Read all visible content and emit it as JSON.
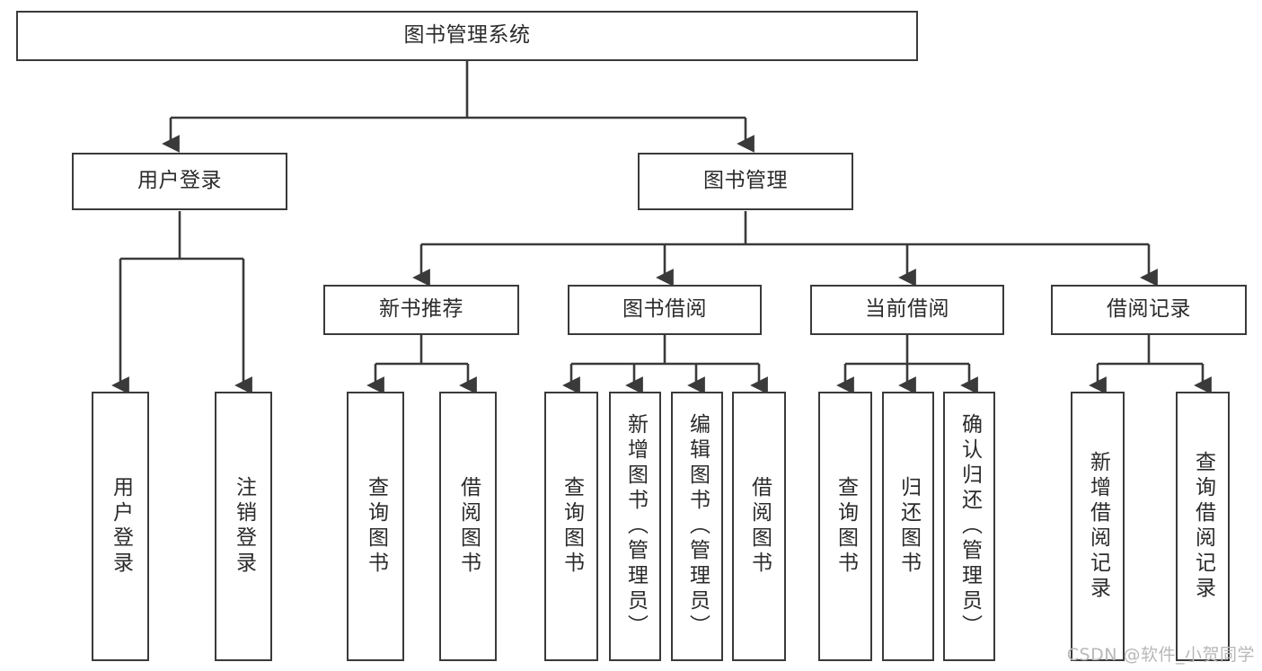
{
  "diagram": {
    "type": "tree",
    "title": "图书管理系统",
    "colors": {
      "box_stroke": "#3a3a3a",
      "box_fill": "#ffffff",
      "connector": "#3a3a3a",
      "text": "#2b2b2b",
      "watermark": "#b8b8b8"
    },
    "nodes": {
      "root": {
        "label": "图书管理系统"
      },
      "level2": [
        {
          "id": "user-login",
          "label": "用户登录"
        },
        {
          "id": "book-management",
          "label": "图书管理"
        }
      ],
      "level3": [
        {
          "id": "new-book-recommend",
          "label": "新书推荐"
        },
        {
          "id": "book-borrow",
          "label": "图书借阅"
        },
        {
          "id": "current-borrow",
          "label": "当前借阅"
        },
        {
          "id": "borrow-record",
          "label": "借阅记录"
        }
      ],
      "leaves": {
        "user_login": [
          {
            "id": "leaf-user-login",
            "label": "用户登录"
          },
          {
            "id": "leaf-logout-login",
            "label": "注销登录"
          }
        ],
        "new_book_recommend": [
          {
            "id": "leaf-query-book-1",
            "label": "查询图书"
          },
          {
            "id": "leaf-borrow-book-1",
            "label": "借阅图书"
          }
        ],
        "book_borrow": [
          {
            "id": "leaf-query-book-2",
            "label": "查询图书"
          },
          {
            "id": "leaf-add-book-admin",
            "label": "新增图书（管理员）"
          },
          {
            "id": "leaf-edit-book-admin",
            "label": "编辑图书（管理员）"
          },
          {
            "id": "leaf-borrow-book-2",
            "label": "借阅图书"
          }
        ],
        "current_borrow": [
          {
            "id": "leaf-query-book-3",
            "label": "查询图书"
          },
          {
            "id": "leaf-return-book",
            "label": "归还图书"
          },
          {
            "id": "leaf-confirm-return-admin",
            "label": "确认归还（管理员）"
          }
        ],
        "borrow_record": [
          {
            "id": "leaf-add-borrow-record",
            "label": "新增借阅记录"
          },
          {
            "id": "leaf-query-borrow-record",
            "label": "查询借阅记录"
          }
        ]
      }
    }
  },
  "watermark": {
    "text": "CSDN @软件_小贺同学"
  }
}
